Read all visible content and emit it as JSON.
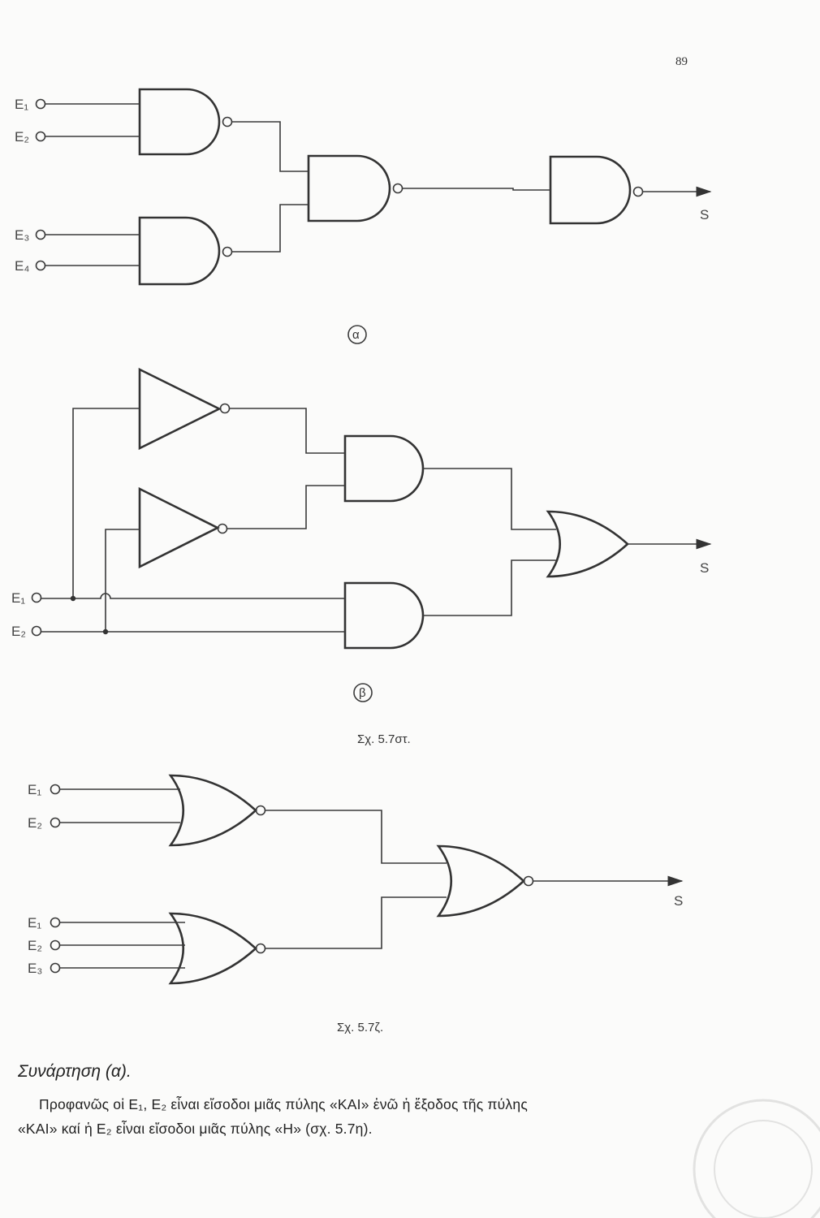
{
  "page_number": "89",
  "figure_a": {
    "label": "α",
    "inputs": [
      "E₁",
      "E₂",
      "E₃",
      "E₄"
    ],
    "output": "S"
  },
  "figure_b": {
    "label": "β",
    "inputs": [
      "E₁",
      "E₂"
    ],
    "output": "S",
    "caption": "Σχ. 5.7στ."
  },
  "figure_c": {
    "inputs_top": [
      "E₁",
      "E₂"
    ],
    "inputs_bottom": [
      "E₁",
      "E₂",
      "E₃"
    ],
    "output": "S",
    "caption": "Σχ. 5.7ζ."
  },
  "text": {
    "heading": "Συνάρτηση (α).",
    "line1": "Προφανῶς οἱ E₁, E₂ εἶναι εἴσοδοι μιᾶς πύλης «ΚΑΙ» ἐνῶ ἡ ἔξοδος τῆς πύλης",
    "line2": "«ΚΑΙ» καί ἡ E₂ εἶναι εἴσοδοι μιᾶς πύλης «Η» (σχ. 5.7η)."
  }
}
